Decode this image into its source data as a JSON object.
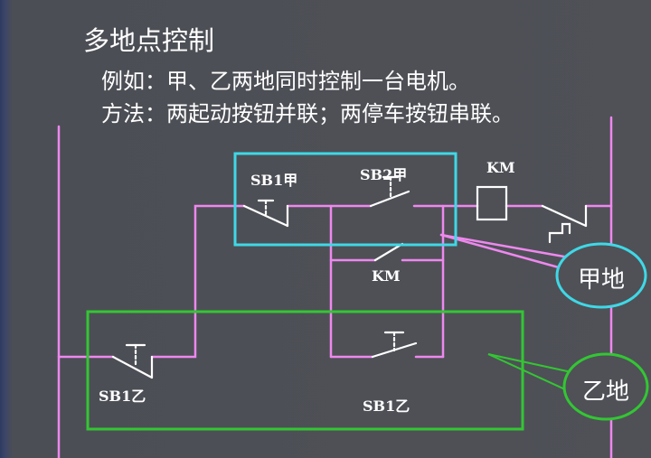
{
  "slide": {
    "title": "多地点控制",
    "example": "例如：甲、乙两地同时控制一台电机。",
    "method": "方法：两起动按钮并联；两停车按钮串联。"
  },
  "labels": {
    "sb1_jia": "SB1甲",
    "sb2_jia": "SB2甲",
    "km_coil": "KM",
    "km_contact": "KM",
    "sb1_yi_left": "SB1乙",
    "sb1_yi_bottom": "SB1乙"
  },
  "callouts": {
    "jia_di": "甲地",
    "yi_di": "乙地"
  },
  "colors": {
    "wire": "#ee88ee",
    "symbol": "#ffffff",
    "box_jia": "#3fd8e6",
    "box_yi": "#33c633",
    "background": "#4f5157"
  }
}
